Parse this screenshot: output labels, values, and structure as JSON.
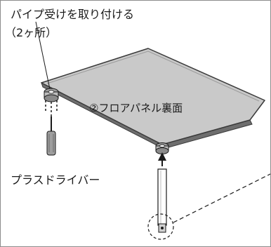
{
  "annotations": {
    "title_line1": "パイプ受けを取り付ける",
    "title_line2": "（2ヶ所）",
    "panel_label": "②フロアパネル裏面",
    "tool_label": "プラスドライバー"
  },
  "colors": {
    "panel_fill": "#c9c9c9",
    "panel_edge": "#3a3a3a",
    "line": "#1a1a1a",
    "background": "#ffffff"
  },
  "icons": [
    "screwdriver-icon",
    "pipe-holder-icon",
    "pipe-icon",
    "arrow-up-icon"
  ]
}
